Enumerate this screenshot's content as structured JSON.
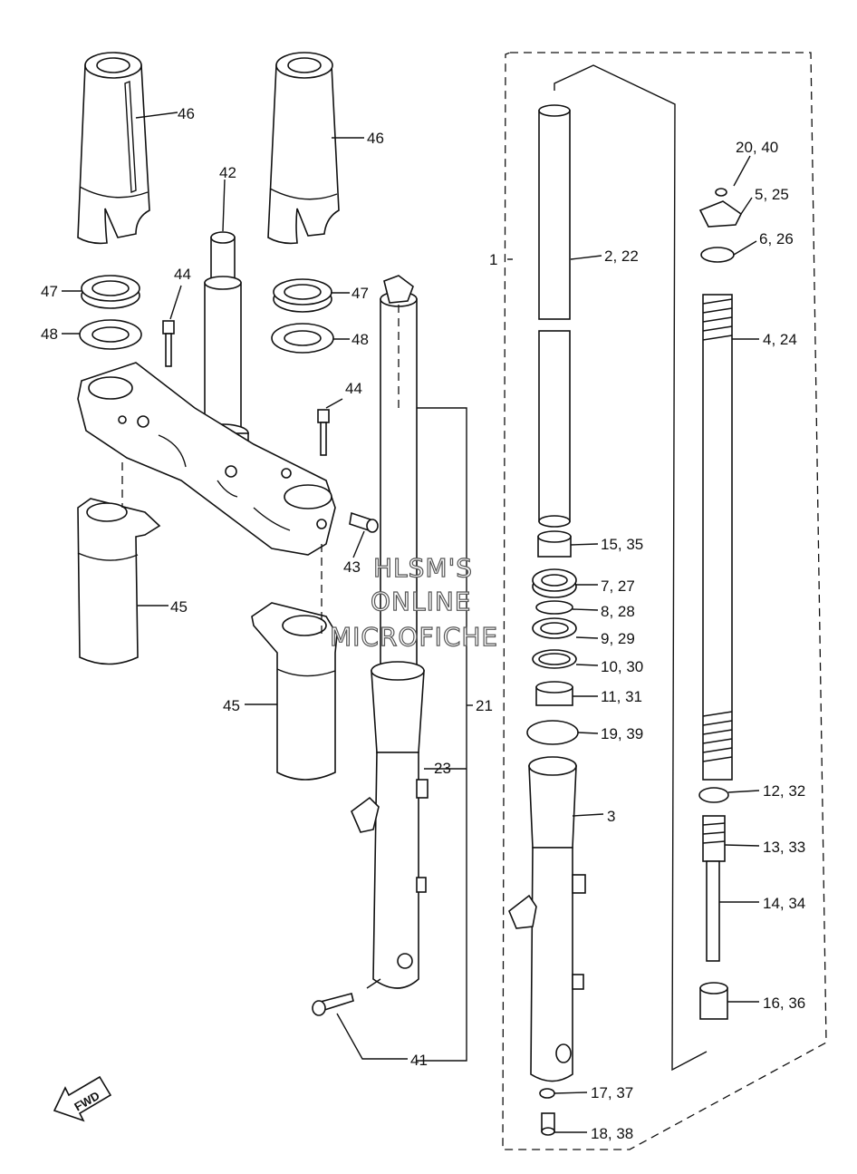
{
  "callouts": [
    {
      "key": "c46a",
      "text": "46"
    },
    {
      "key": "c46b",
      "text": "46"
    },
    {
      "key": "c42",
      "text": "42"
    },
    {
      "key": "c44a",
      "text": "44"
    },
    {
      "key": "c44b",
      "text": "44"
    },
    {
      "key": "c47a",
      "text": "47"
    },
    {
      "key": "c47b",
      "text": "47"
    },
    {
      "key": "c48a",
      "text": "48"
    },
    {
      "key": "c48b",
      "text": "48"
    },
    {
      "key": "c43",
      "text": "43"
    },
    {
      "key": "c45a",
      "text": "45"
    },
    {
      "key": "c45b",
      "text": "45"
    },
    {
      "key": "c21",
      "text": "21"
    },
    {
      "key": "c23",
      "text": "23"
    },
    {
      "key": "c41",
      "text": "41"
    },
    {
      "key": "c1",
      "text": "1"
    },
    {
      "key": "c2",
      "text": "2, 22"
    },
    {
      "key": "c2040",
      "text": "20, 40"
    },
    {
      "key": "c525",
      "text": "5, 25"
    },
    {
      "key": "c626",
      "text": "6, 26"
    },
    {
      "key": "c424",
      "text": "4, 24"
    },
    {
      "key": "c1535",
      "text": "15, 35"
    },
    {
      "key": "c727",
      "text": "7, 27"
    },
    {
      "key": "c828",
      "text": "8, 28"
    },
    {
      "key": "c929",
      "text": "9, 29"
    },
    {
      "key": "c1030",
      "text": "10, 30"
    },
    {
      "key": "c1131",
      "text": "11, 31"
    },
    {
      "key": "c1939",
      "text": "19, 39"
    },
    {
      "key": "c3",
      "text": "3"
    },
    {
      "key": "c1232",
      "text": "12, 32"
    },
    {
      "key": "c1333",
      "text": "13, 33"
    },
    {
      "key": "c1434",
      "text": "14, 34"
    },
    {
      "key": "c1636",
      "text": "16, 36"
    },
    {
      "key": "c1737",
      "text": "17, 37"
    },
    {
      "key": "c1838",
      "text": "18, 38"
    }
  ],
  "watermark": {
    "line1": "HLSM'S",
    "line2": "ONLINE",
    "line3": "MICROFICHE"
  },
  "direction_badge": "FWD"
}
